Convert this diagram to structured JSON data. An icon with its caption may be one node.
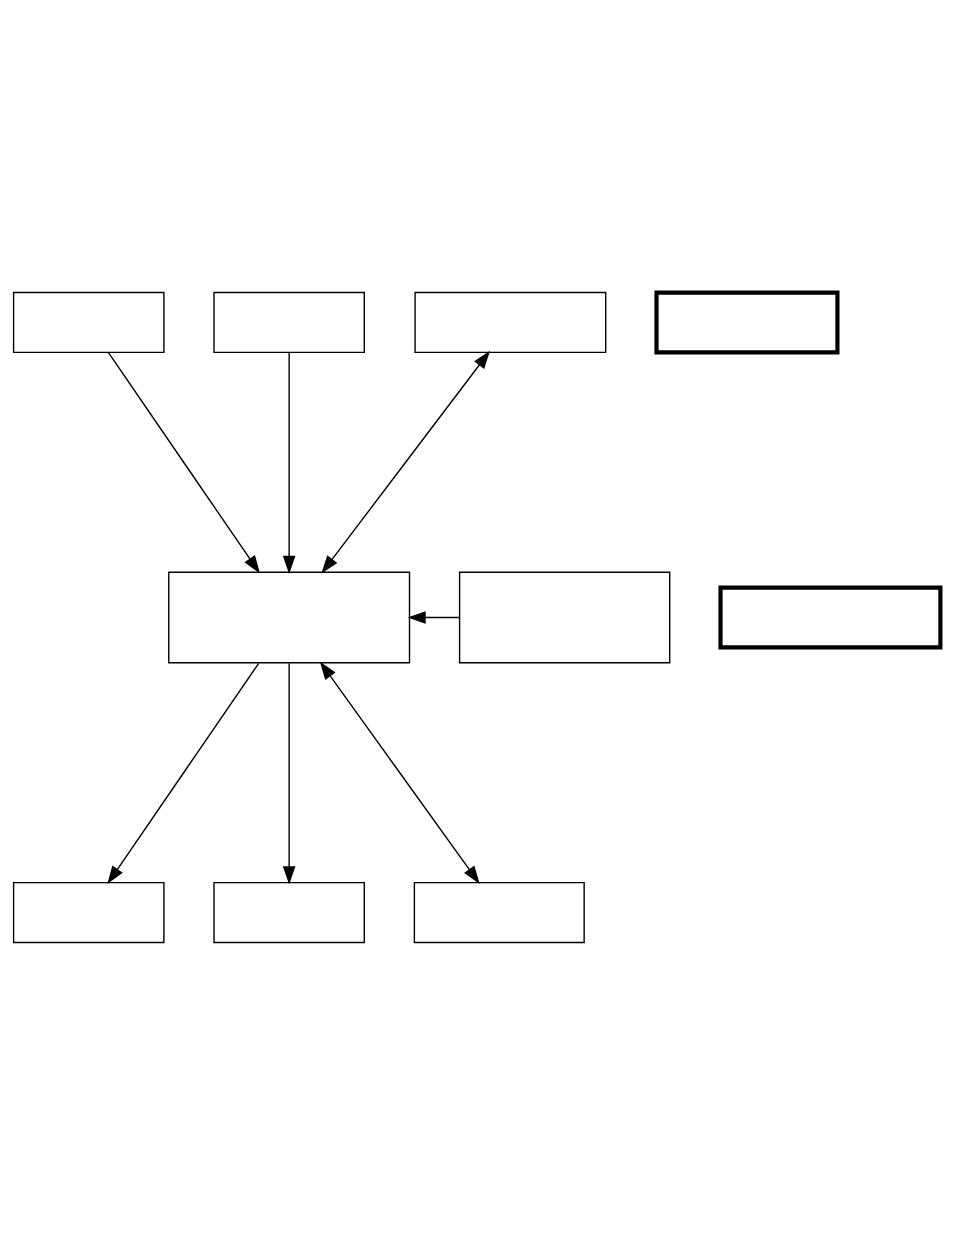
{
  "diagram": {
    "nodes": [
      {
        "text": [],
        "shape": "box"
      },
      {
        "text": [],
        "shape": "box"
      },
      {
        "text": [],
        "shape": "box"
      },
      {
        "text": [],
        "shape": "box"
      },
      {
        "text": [],
        "shape": "box"
      },
      {
        "text": [],
        "shape": "box"
      },
      {
        "text": [],
        "shape": "box"
      },
      {
        "text": [],
        "shape": "box"
      },
      {
        "text": [],
        "shape": "box"
      },
      {
        "text": [],
        "shape": "box"
      }
    ],
    "edges": [
      {
        "from": 0,
        "to": 4,
        "arrow": "to"
      },
      {
        "from": 1,
        "to": 4,
        "arrow": "to"
      },
      {
        "from": 4,
        "to": 2,
        "arrow": "both"
      },
      {
        "from": 5,
        "to": 4,
        "arrow": "to"
      },
      {
        "from": 4,
        "to": 7,
        "arrow": "to"
      },
      {
        "from": 4,
        "to": 8,
        "arrow": "to"
      },
      {
        "from": 4,
        "to": 9,
        "arrow": "both"
      }
    ]
  }
}
